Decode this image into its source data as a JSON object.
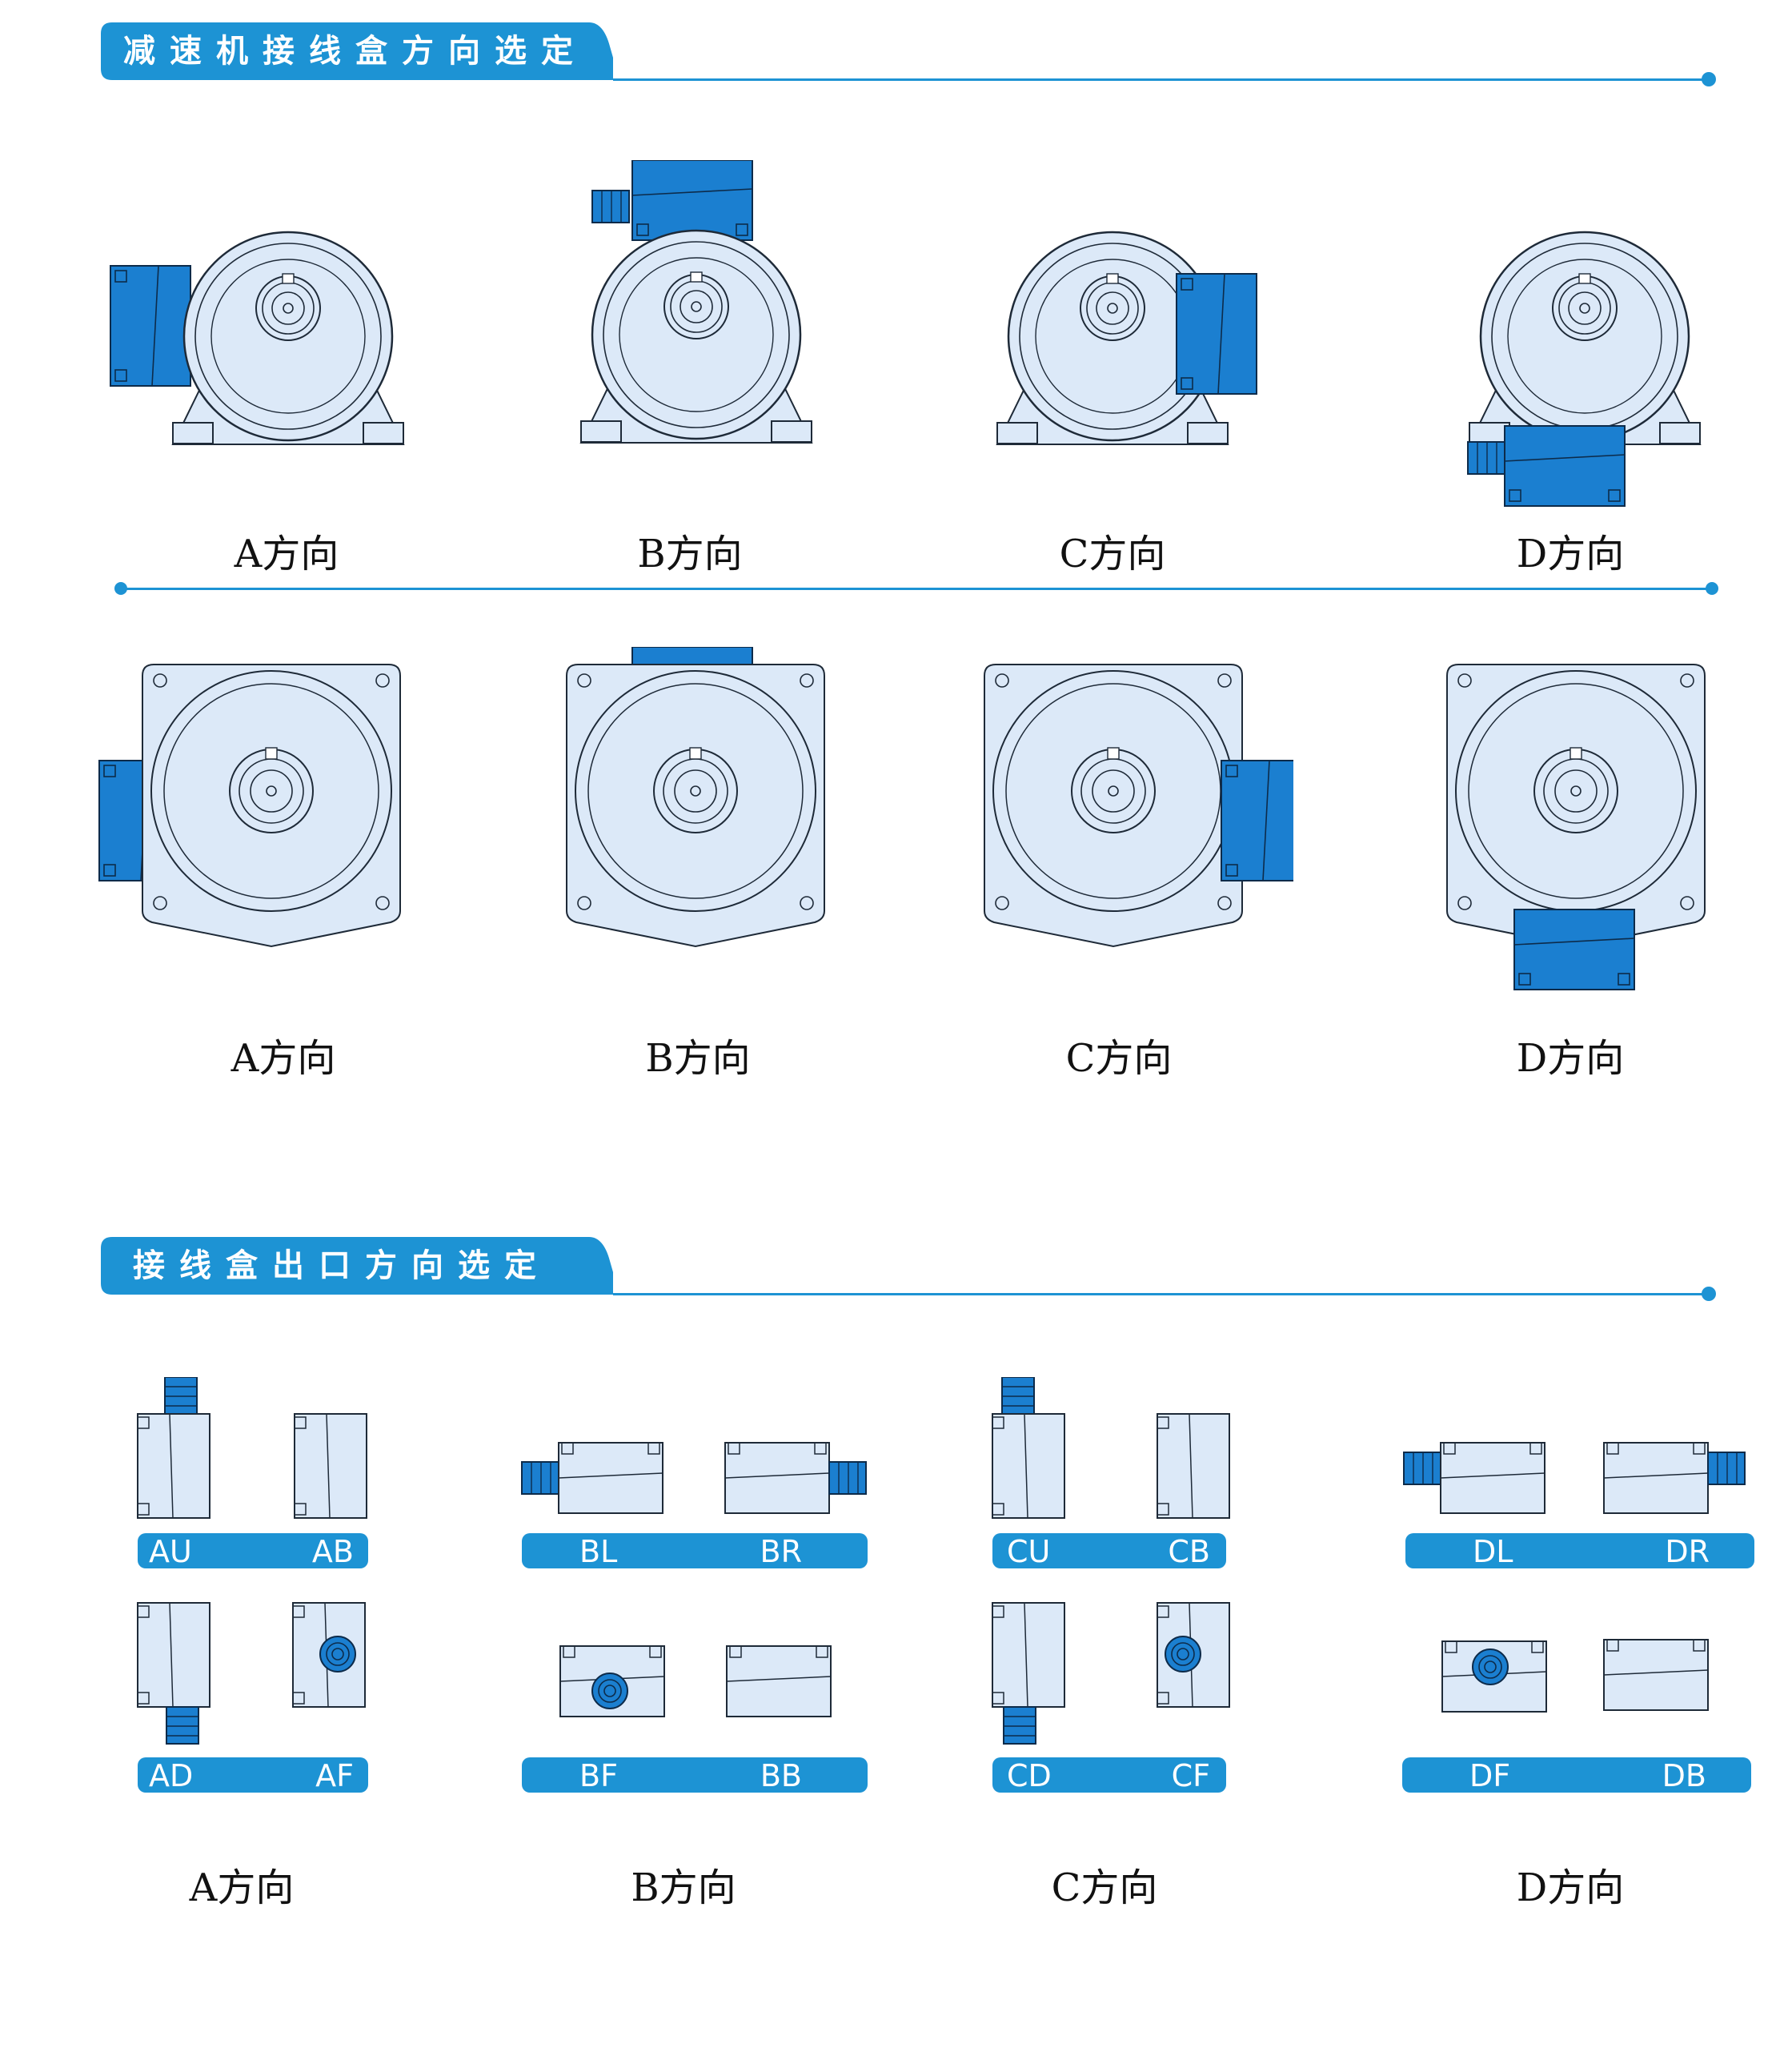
{
  "colors": {
    "accent": "#1d93d4",
    "part_fill": "#dce9f8",
    "box_blue": "#1b7fd0",
    "line": "#1e2a38"
  },
  "section1": {
    "title": "减速机接线盒方向选定"
  },
  "section2": {
    "title": "接线盒出口方向选定"
  },
  "row1_captions": [
    "A方向",
    "B方向",
    "C方向",
    "D方向"
  ],
  "row2_captions": [
    "A方向",
    "B方向",
    "C方向",
    "D方向"
  ],
  "row3_captions": [
    "A方向",
    "B方向",
    "C方向",
    "D方向"
  ],
  "outlet_pills": {
    "a_top": {
      "left": "AU",
      "right": "AB"
    },
    "a_bottom": {
      "left": "AD",
      "right": "AF"
    },
    "b_top": {
      "left": "BL",
      "right": "BR"
    },
    "b_bottom": {
      "left": "BF",
      "right": "BB"
    },
    "c_top": {
      "left": "CU",
      "right": "CB"
    },
    "c_bottom": {
      "left": "CD",
      "right": "CF"
    },
    "d_top": {
      "left": "DL",
      "right": "DR"
    },
    "d_bottom": {
      "left": "DF",
      "right": "DB"
    }
  },
  "icons": [
    "gear-motor-foot-mount",
    "gear-motor-flange-mount",
    "terminal-box",
    "cable-gland"
  ]
}
